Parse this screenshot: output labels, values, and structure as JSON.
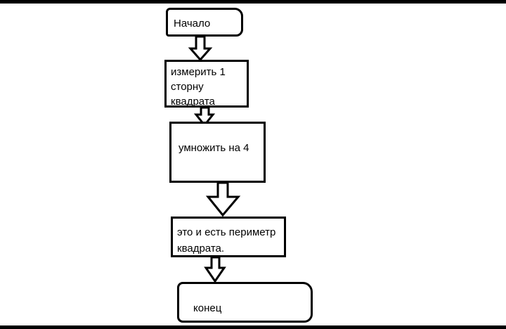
{
  "diagram": {
    "nodes": [
      {
        "id": "start",
        "label": "Начало"
      },
      {
        "id": "measure",
        "label": "измерить 1\nсторну\nквадрата"
      },
      {
        "id": "multiply",
        "label": "умножить на 4"
      },
      {
        "id": "result",
        "label": "это и есть периметр\nквадрата."
      },
      {
        "id": "end",
        "label": "конец"
      }
    ],
    "edges": [
      {
        "from": "start",
        "to": "measure"
      },
      {
        "from": "measure",
        "to": "multiply"
      },
      {
        "from": "multiply",
        "to": "result"
      },
      {
        "from": "result",
        "to": "end"
      }
    ],
    "colors": {
      "frame": "#000000",
      "background": "#ffffff",
      "stroke": "#000000"
    }
  }
}
